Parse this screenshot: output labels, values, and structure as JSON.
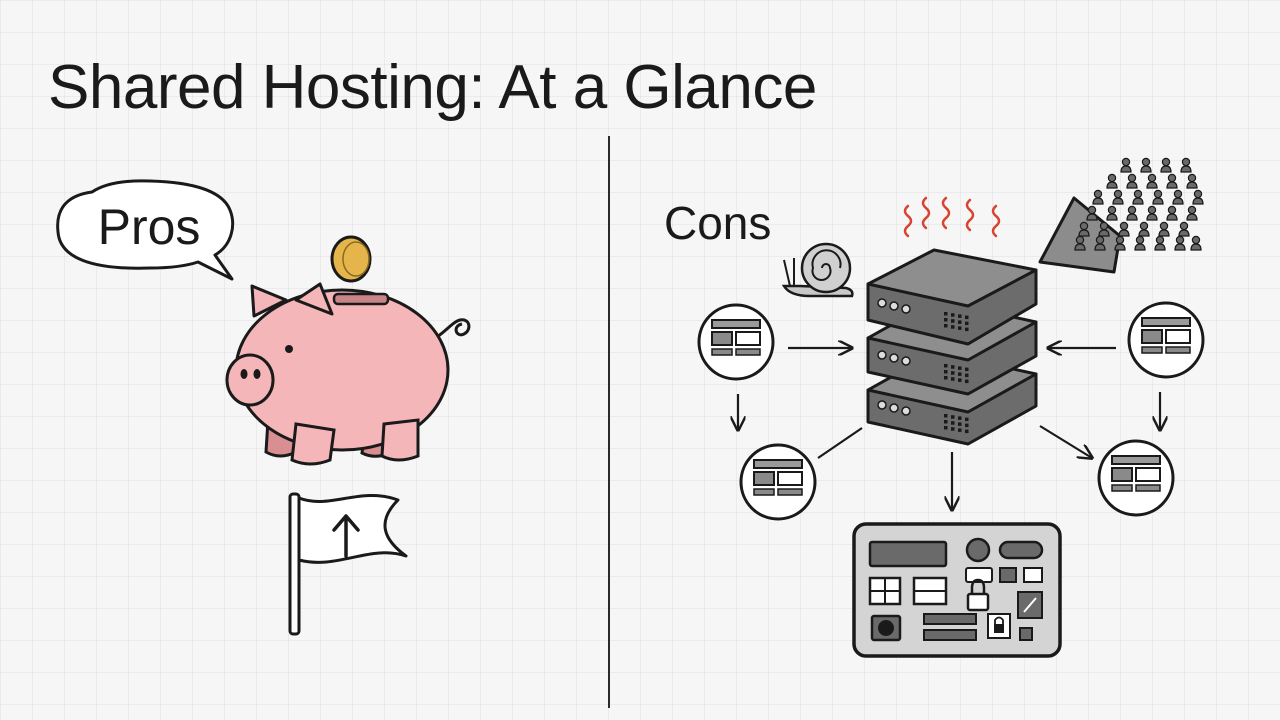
{
  "slide": {
    "title": "Shared Hosting: At a Glance"
  },
  "pros": {
    "label": "Pros",
    "icons": [
      "speech-bubble-icon",
      "piggy-bank-icon",
      "coin-icon",
      "flag-icon",
      "up-arrow-icon"
    ]
  },
  "cons": {
    "label": "Cons",
    "icons": [
      "snail-icon",
      "server-stack-icon",
      "heat-waves-icon",
      "crowd-icon",
      "website-icon",
      "control-panel-icon",
      "lock-icon"
    ]
  },
  "colors": {
    "background": "#f6f6f6",
    "ink": "#1a1a1a",
    "piggy_pink": "#f4b6b8",
    "coin_gold": "#e5b54c",
    "heat_red": "#d64532",
    "server_gray": "#7a7a7a",
    "panel_gray": "#cfcfcf"
  }
}
